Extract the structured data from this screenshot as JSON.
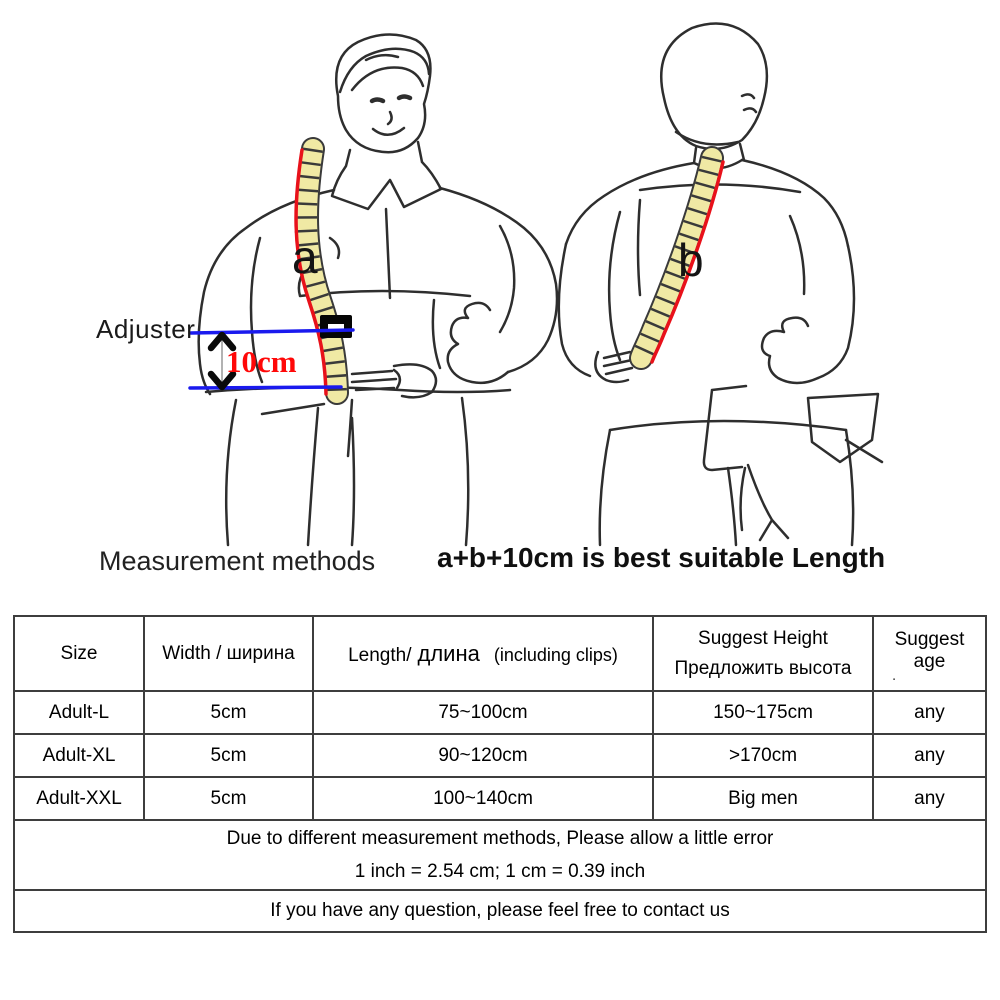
{
  "diagram": {
    "adjuster_label": "Adjuster",
    "gap_label": "10cm",
    "front_strap_letter": "a",
    "back_strap_letter": "b",
    "caption_left": "Measurement methods",
    "caption_right": "a+b+10cm is best suitable Length"
  },
  "colors": {
    "strap_fill": "#f0e9a4",
    "strap_edge": "#3a3a3a",
    "red_line": "#e8111a",
    "blue_line": "#1a1aee",
    "gap_label_red": "#ff0808",
    "outline": "#2e2e2e"
  },
  "table": {
    "headers": {
      "size": "Size",
      "width": "Width / ширина",
      "length_en": "Length/",
      "length_ru": "длина",
      "length_note": "(including clips)",
      "height_line1": "Suggest Height",
      "height_line2": "Предложить высота",
      "age": "Suggest age",
      "age_dot": "."
    },
    "rows": [
      {
        "size": "Adult-L",
        "width": "5cm",
        "length": "75~100cm",
        "height": "150~175cm",
        "age": "any"
      },
      {
        "size": "Adult-XL",
        "width": "5cm",
        "length": "90~120cm",
        "height": ">170cm",
        "age": "any"
      },
      {
        "size": "Adult-XXL",
        "width": "5cm",
        "length": "100~140cm",
        "height": "Big men",
        "age": "any"
      }
    ],
    "note_line1": "Due to different measurement methods, Please allow a little error",
    "note_line2": "1 inch = 2.54 cm; 1 cm = 0.39 inch",
    "contact": "If you have any question, please feel free to contact us"
  }
}
